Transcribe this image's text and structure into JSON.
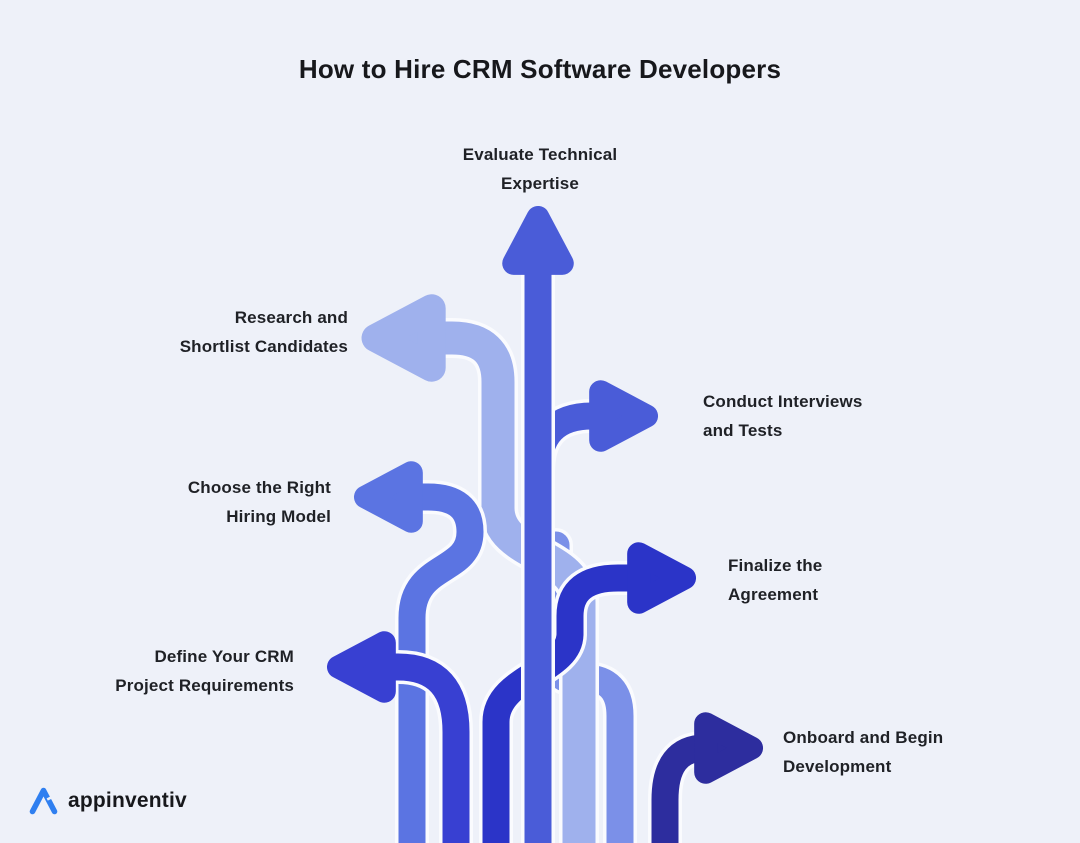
{
  "title": "How to Hire CRM Software Developers",
  "background": "#eef1f9",
  "brand": {
    "name": "appinventiv",
    "logo_color": "#2f7ff0"
  },
  "steps": [
    {
      "id": "evaluate",
      "label_line1": "Evaluate Technical",
      "label_line2": "Expertise",
      "direction": "up",
      "color": "#4a5cd8"
    },
    {
      "id": "research",
      "label_line1": "Research and",
      "label_line2": "Shortlist Candidates",
      "direction": "left",
      "color": "#9fb1ed"
    },
    {
      "id": "conduct",
      "label_line1": "Conduct Interviews",
      "label_line2": "and Tests",
      "direction": "right",
      "color": "#4a5cd8"
    },
    {
      "id": "choose",
      "label_line1": "Choose the Right",
      "label_line2": "Hiring Model",
      "direction": "left",
      "color": "#5b74e2"
    },
    {
      "id": "finalize",
      "label_line1": "Finalize the",
      "label_line2": "Agreement",
      "direction": "right",
      "color": "#2b34c8"
    },
    {
      "id": "define",
      "label_line1": "Define Your CRM",
      "label_line2": "Project Requirements",
      "direction": "left",
      "color": "#3840d2"
    },
    {
      "id": "onboard",
      "label_line1": "Onboard and Begin",
      "label_line2": "Development",
      "direction": "right",
      "color": "#2d2d9e"
    }
  ],
  "filler": {
    "id": "filler",
    "color": "#7b90e8"
  }
}
